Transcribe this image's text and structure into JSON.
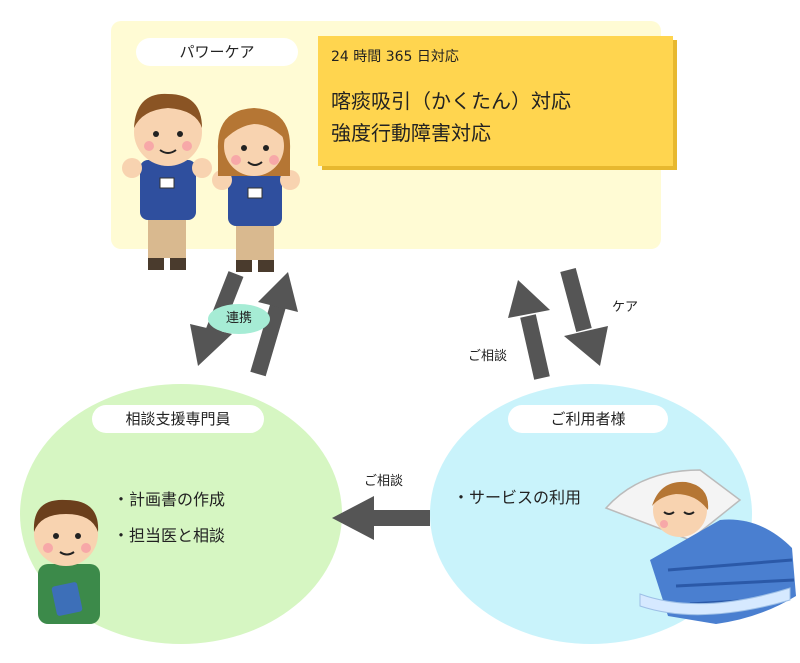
{
  "provider": {
    "label": "パワーケア",
    "services": {
      "hours": "24 時間 365 日対応",
      "line1": "喀痰吸引（かくたん）対応",
      "line2": "強度行動障害対応"
    }
  },
  "consultant": {
    "label": "相談支援専門員",
    "items": [
      "・計画書の作成",
      "・担当医と相談"
    ]
  },
  "user": {
    "label": "ご利用者様",
    "items": [
      "・サービスの利用"
    ]
  },
  "arrows": {
    "link_label": "連携",
    "care_label": "ケア",
    "consult_up_label": "ご相談",
    "consult_left_label": "ご相談"
  },
  "colors": {
    "panel_bg": "#fffbd4",
    "card_bg": "#ffd54f",
    "left_circle": "#d6f6c2",
    "right_circle": "#c9f3fb",
    "arrow": "#555555",
    "link_badge": "#a6ecd5"
  },
  "icons": [
    "male-staff-icon",
    "female-staff-icon",
    "consultant-icon",
    "sleeping-user-icon"
  ]
}
